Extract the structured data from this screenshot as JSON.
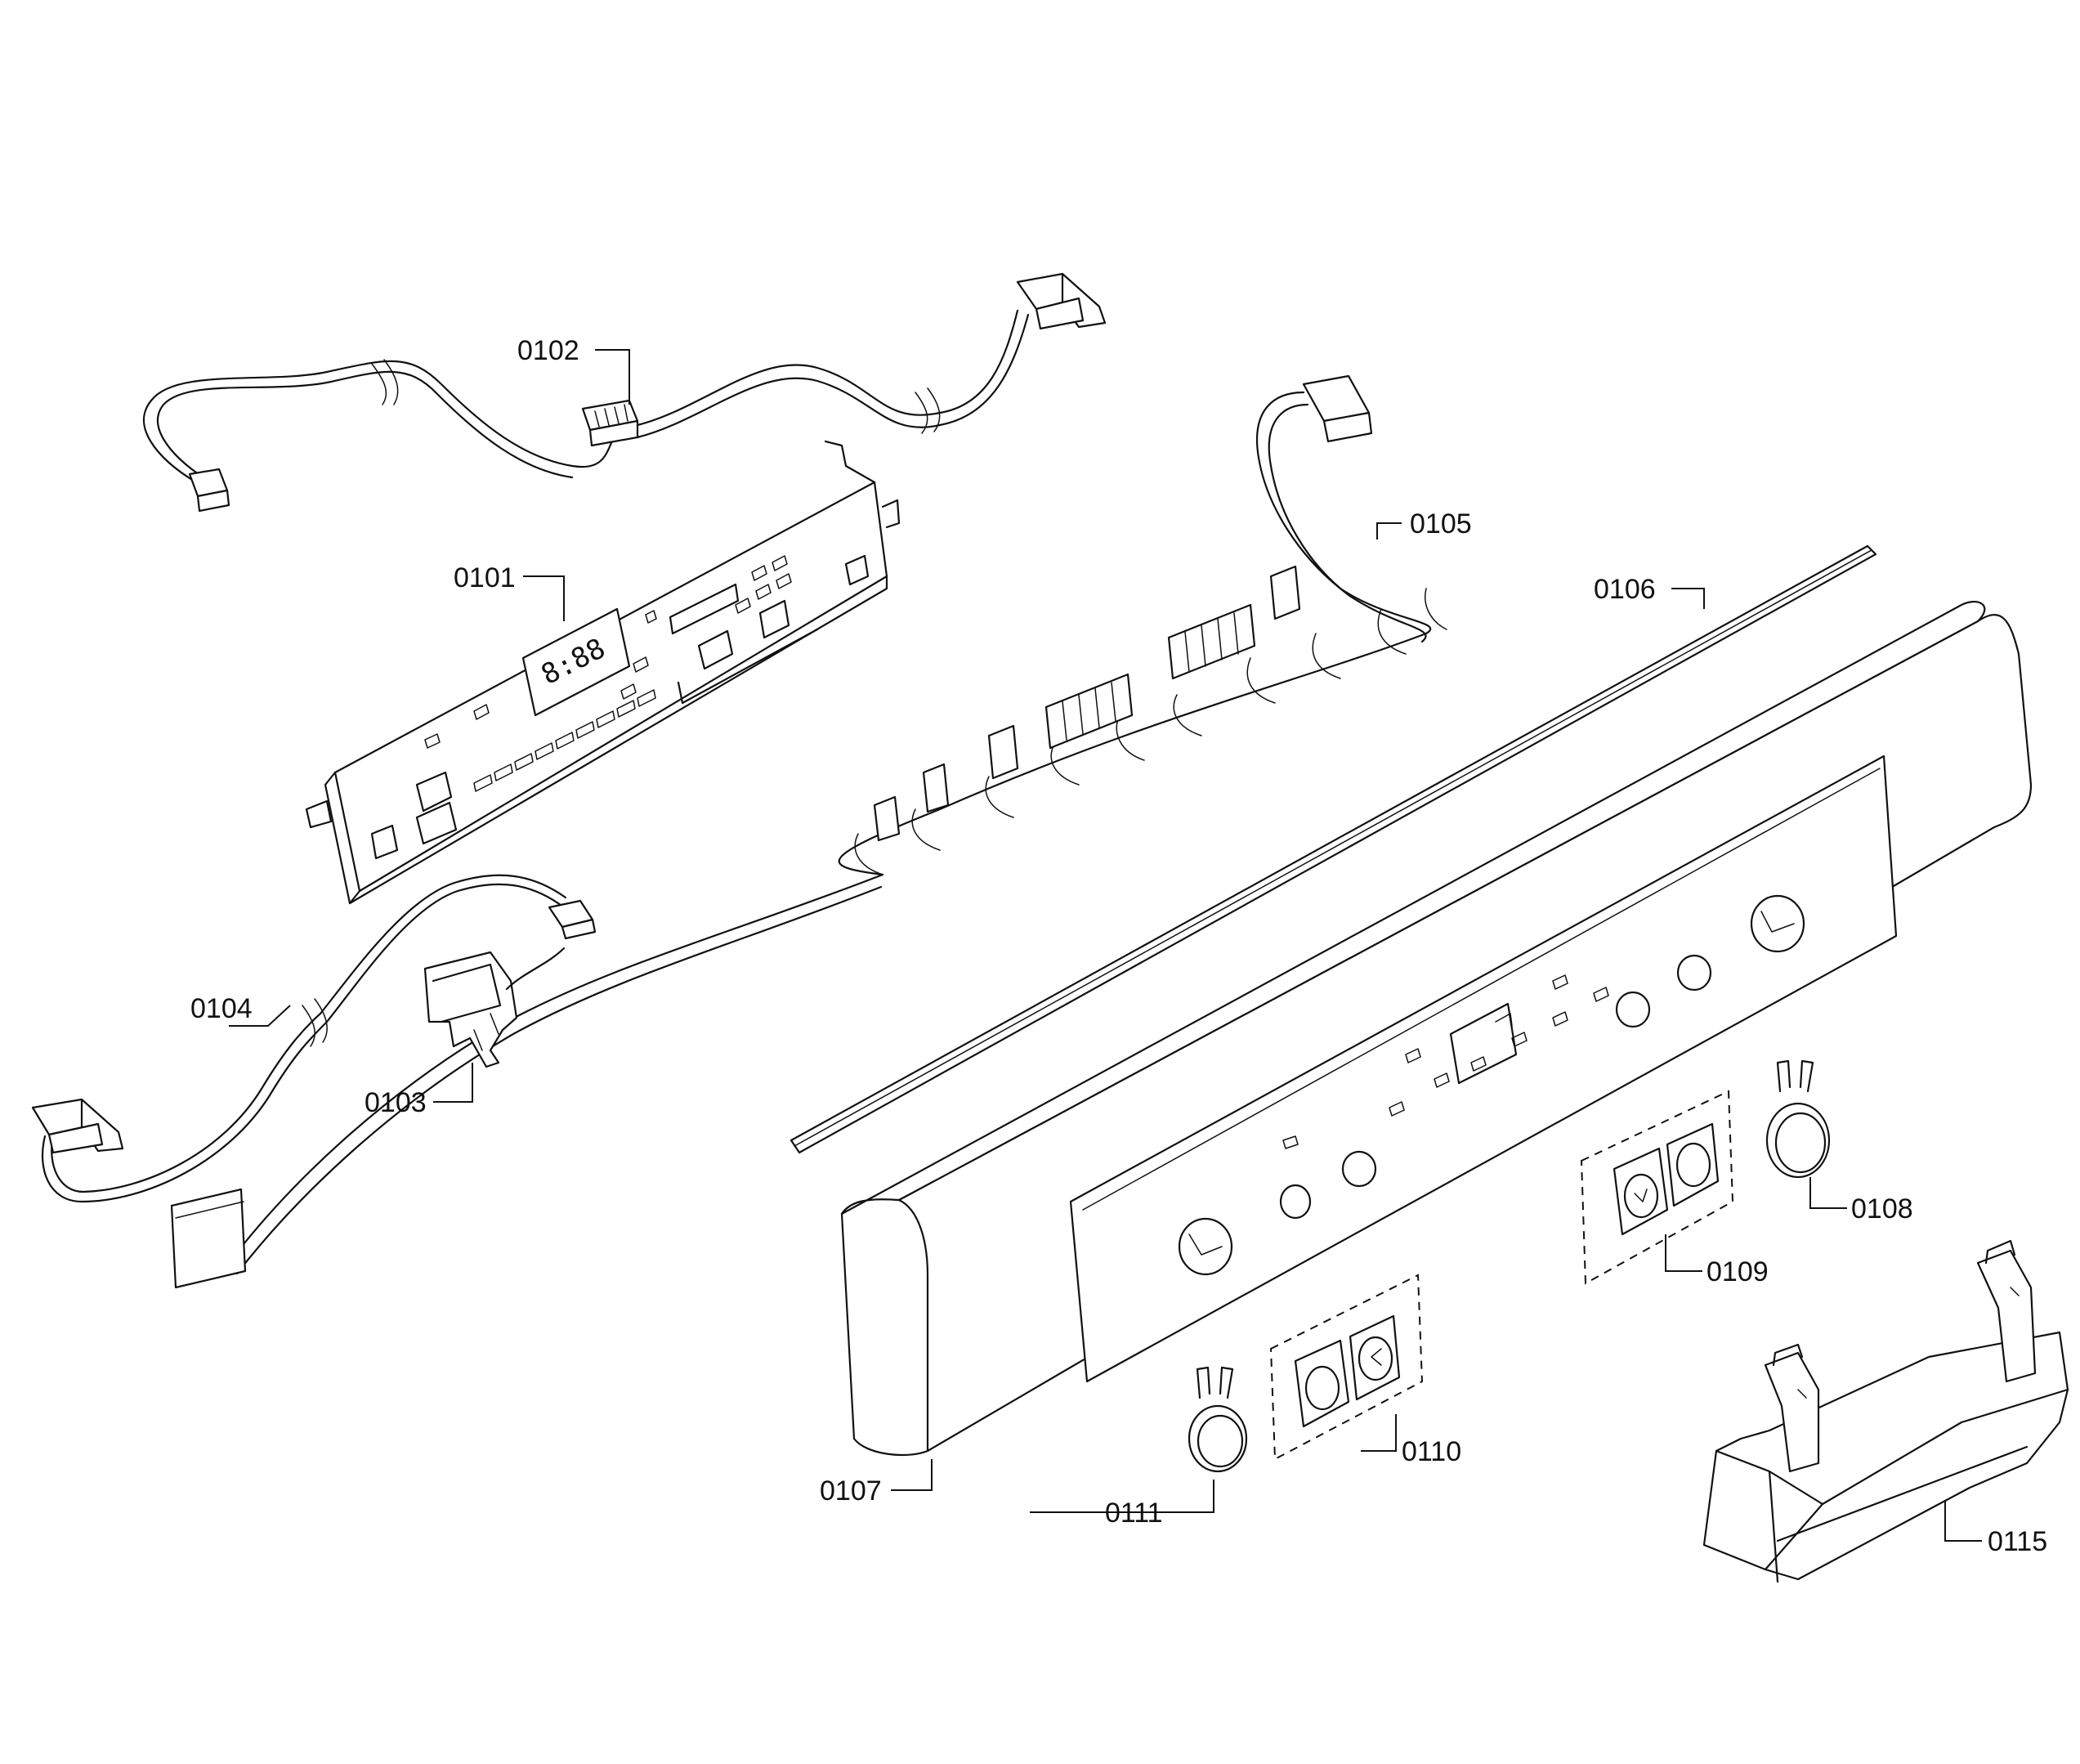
{
  "parts": {
    "p0101": "0101",
    "p0102": "0102",
    "p0103": "0103",
    "p0104": "0104",
    "p0105": "0105",
    "p0106": "0106",
    "p0107": "0107",
    "p0108": "0108",
    "p0109": "0109",
    "p0110": "0110",
    "p0111": "0111",
    "p0115": "0115"
  },
  "display_readout": "8:88"
}
